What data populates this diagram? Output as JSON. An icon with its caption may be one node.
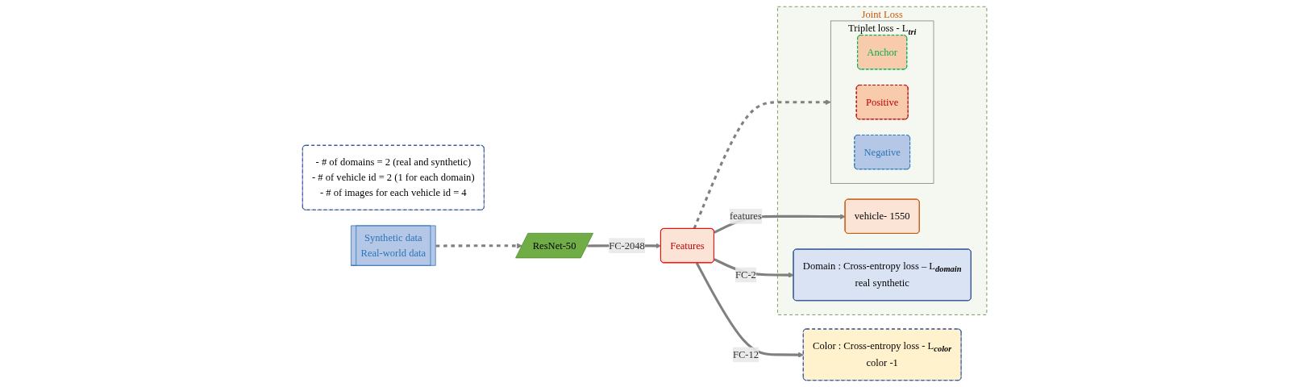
{
  "diagram": {
    "nodes": [
      {
        "text": [
          "- # of domains = 2 (real and synthetic)",
          "- # of vehicle id = 2 (1 for each domain)",
          "- # of images for each vehicle id = 4"
        ]
      },
      {
        "text": [
          "Synthetic data",
          "Real-world data"
        ]
      },
      {
        "text": [
          "ResNet-50"
        ]
      },
      {
        "text": [
          "Features"
        ]
      },
      {
        "text": [
          "Joint Loss"
        ]
      },
      {
        "text": [
          "vehicle- 1550"
        ],
        "in": 4
      },
      {
        "text": [
          "Domain : Cross-entropy loss – L$_{domain}$",
          "real synthetic"
        ],
        "in": 4
      },
      {
        "text": [
          "Triplet loss - L$_{tri}$"
        ],
        "in": 4
      },
      {
        "text": [
          "Anchor"
        ],
        "in": 7
      },
      {
        "text": [
          "Positive"
        ],
        "in": 7
      },
      {
        "text": [
          "Negative"
        ],
        "in": 7
      },
      {
        "text": [
          "Color : Cross-entropy loss - L$_{color}$",
          "color -1"
        ]
      }
    ],
    "edges": [
      {
        "from": 1,
        "to": 2,
        "arrow": "to",
        "style": "dashed"
      },
      {
        "from": 2,
        "to": 3,
        "arrow": "to",
        "label": "FC-2048"
      },
      {
        "from": 3,
        "to": 5,
        "arrow": "to",
        "label": "features"
      },
      {
        "from": 3,
        "to": 6,
        "arrow": "to",
        "label": "FC-2"
      },
      {
        "from": 3,
        "to": 7,
        "arrow": "to",
        "style": "dashed"
      },
      {
        "from": 3,
        "to": 11,
        "arrow": "to",
        "label": "FC-12"
      }
    ]
  }
}
